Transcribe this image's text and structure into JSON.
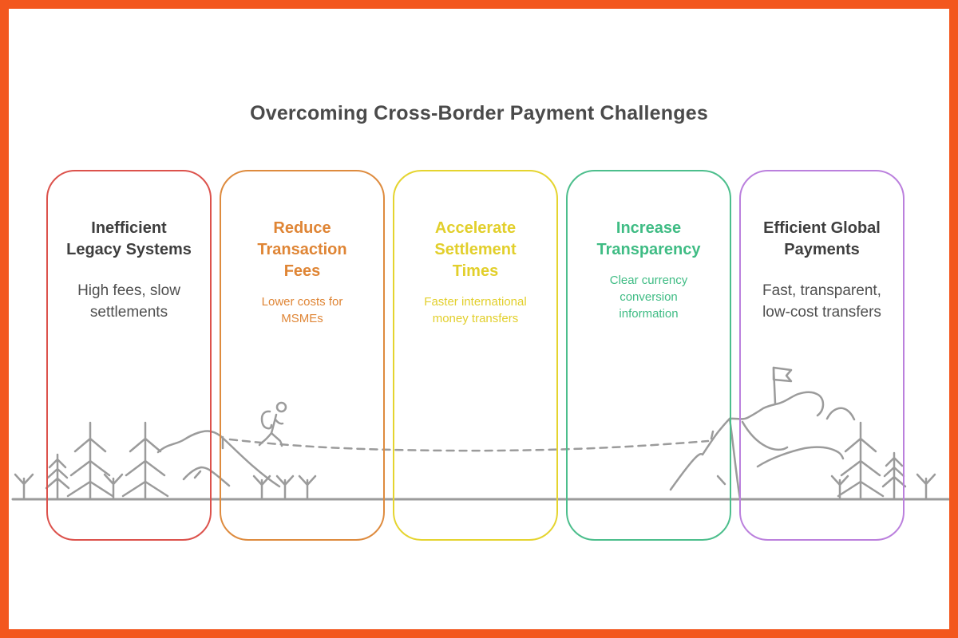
{
  "frame": {
    "border_color": "#F3571E",
    "background_color": "#FFFFFF"
  },
  "title": {
    "text": "Overcoming Cross-Border Payment Challenges",
    "color": "#4A4A4A"
  },
  "cards": [
    {
      "title": "Inefficient Legacy Systems",
      "subtitle": "High fees, slow settlements",
      "border_color": "#DC524C",
      "title_color": "#3E3E3E",
      "subtitle_color": "#4F4F4F"
    },
    {
      "title": "Reduce Transaction Fees",
      "subtitle": "Lower costs for MSMEs",
      "border_color": "#DE8B3E",
      "title_color": "#DF8535",
      "subtitle_color": "#DF8535"
    },
    {
      "title": "Accelerate Settlement Times",
      "subtitle": "Faster international money transfers",
      "border_color": "#E5D42F",
      "title_color": "#E2CF2B",
      "subtitle_color": "#E2CF2B"
    },
    {
      "title": "Increase Transparency",
      "subtitle": "Clear currency conversion information",
      "border_color": "#4CBE8C",
      "title_color": "#3FBC84",
      "subtitle_color": "#3FBC84"
    },
    {
      "title": "Efficient Global Payments",
      "subtitle": "Fast, transparent, low-cost transfers",
      "border_color": "#BB80DD",
      "title_color": "#3E3E3E",
      "subtitle_color": "#4F4F4F"
    }
  ],
  "illustration": {
    "stroke_color": "#9B9B9B",
    "elements": [
      "shrubs",
      "pine-trees",
      "foothills",
      "hiker-with-backpack",
      "dashed-trail",
      "mountain",
      "summit-flag",
      "ground-line"
    ]
  }
}
